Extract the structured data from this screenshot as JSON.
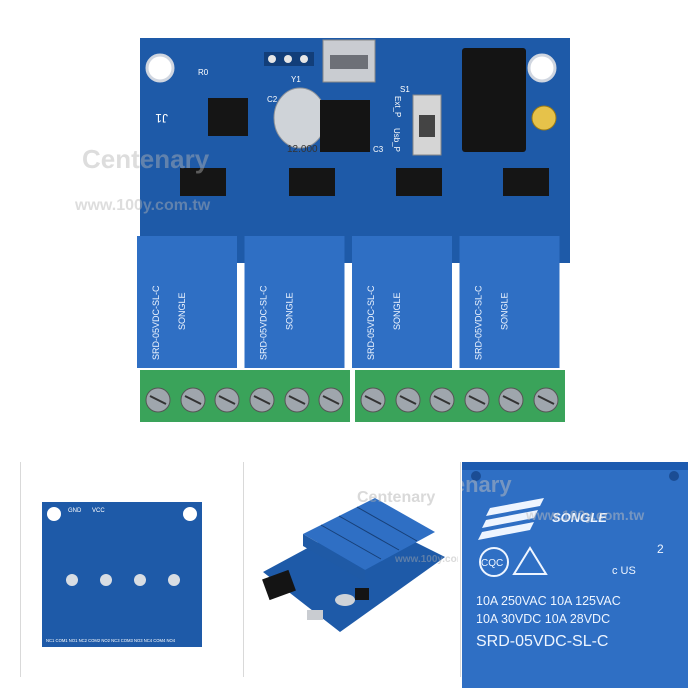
{
  "watermark": {
    "brand": "Centenary",
    "url": "www.100y.com.tw"
  },
  "board": {
    "label_j1": "J1",
    "label_r0": "R0",
    "label_y1": "Y1",
    "label_c2": "C2",
    "label_crystal": "12.000",
    "label_s1": "S1",
    "label_ext_p": "Ext_P",
    "label_usb_p": "Usb_P",
    "label_c3": "C3"
  },
  "relay": {
    "brand": "SONGLE",
    "rating_line1": "10A 250VAC 10A 125VAC",
    "rating_line2": "10A 30VDC 10A 28VDC",
    "model": "SRD-05VDC-SL-C",
    "cqc": "CQC",
    "us_mark": "c US",
    "us_num": "2"
  },
  "back": {
    "gnd": "GND",
    "vcc": "VCC",
    "terminals": "NC1 COM1 NO1 NC2 COM2 NO2 NC3 COM3 NO3 NC4 COM4 NO4"
  },
  "colors": {
    "pcb_blue": "#1e5aa8",
    "relay_blue": "#2f6fc4",
    "terminal_green": "#3aa35a"
  }
}
